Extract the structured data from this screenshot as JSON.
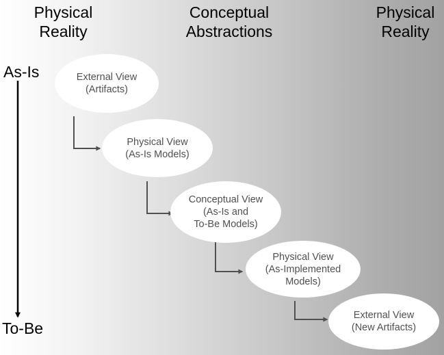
{
  "headings": {
    "left": [
      "Physical",
      "Reality"
    ],
    "center": [
      "Conceptual",
      "Abstractions"
    ],
    "right": [
      "Physical",
      "Reality"
    ]
  },
  "axis": {
    "start_label": "As-Is",
    "end_label": "To-Be"
  },
  "views": [
    {
      "lines": [
        "External View",
        "(Artifacts)"
      ]
    },
    {
      "lines": [
        "Physical View",
        "(As-Is Models)"
      ]
    },
    {
      "lines": [
        "Conceptual View",
        "(As-Is and",
        "To-Be Models)"
      ]
    },
    {
      "lines": [
        "Physical View",
        "(As-Implemented",
        "Models)"
      ]
    },
    {
      "lines": [
        "External View",
        "(New Artifacts)"
      ]
    }
  ],
  "colors": {
    "connector": "#505050",
    "node_fill": "#ffffff",
    "node_text": "#505050",
    "axis_arrow": "#000000"
  }
}
